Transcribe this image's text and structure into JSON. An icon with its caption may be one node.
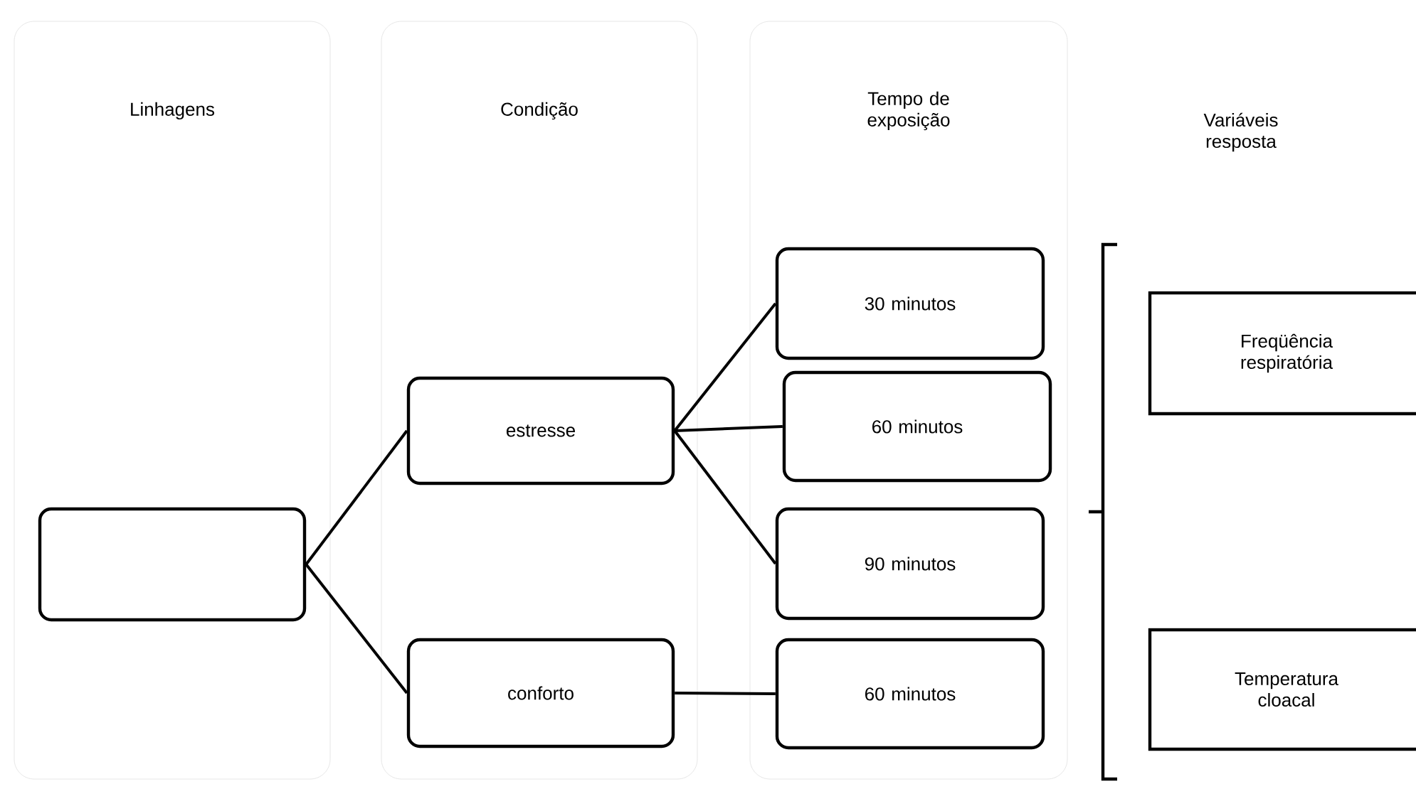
{
  "diagram": {
    "nodes": [
      {
        "text": [
          "Linhagens"
        ]
      },
      {
        "text": [
          "Condição"
        ]
      },
      {
        "text": [
          "Tempo de exposição"
        ]
      },
      {
        "text": [],
        "shape": "box",
        "in": 0
      },
      {
        "text": [
          "estresse"
        ],
        "in": 1
      },
      {
        "text": [
          "conforto"
        ],
        "in": 1
      },
      {
        "text": [
          "30 minutos"
        ],
        "in": 2
      },
      {
        "text": [
          "60 minutos"
        ],
        "in": 2
      },
      {
        "text": [
          "90 minutos"
        ],
        "in": 2
      },
      {
        "text": [
          "60 minutos"
        ],
        "in": 2
      },
      {
        "text": [
          "Freqüência respiratória"
        ]
      },
      {
        "text": [
          "Temperatura cloacal"
        ]
      }
    ],
    "edges": [
      {
        "from": 3,
        "to": 4,
        "arrow": "none"
      },
      {
        "from": 3,
        "to": 5,
        "arrow": "none"
      },
      {
        "from": 4,
        "to": 6,
        "arrow": "none"
      },
      {
        "from": 4,
        "to": 7,
        "arrow": "none"
      },
      {
        "from": 4,
        "to": 8,
        "arrow": "none"
      },
      {
        "from": 5,
        "to": 9,
        "arrow": "none"
      }
    ],
    "labels": [
      "Variáveis resposta"
    ]
  }
}
